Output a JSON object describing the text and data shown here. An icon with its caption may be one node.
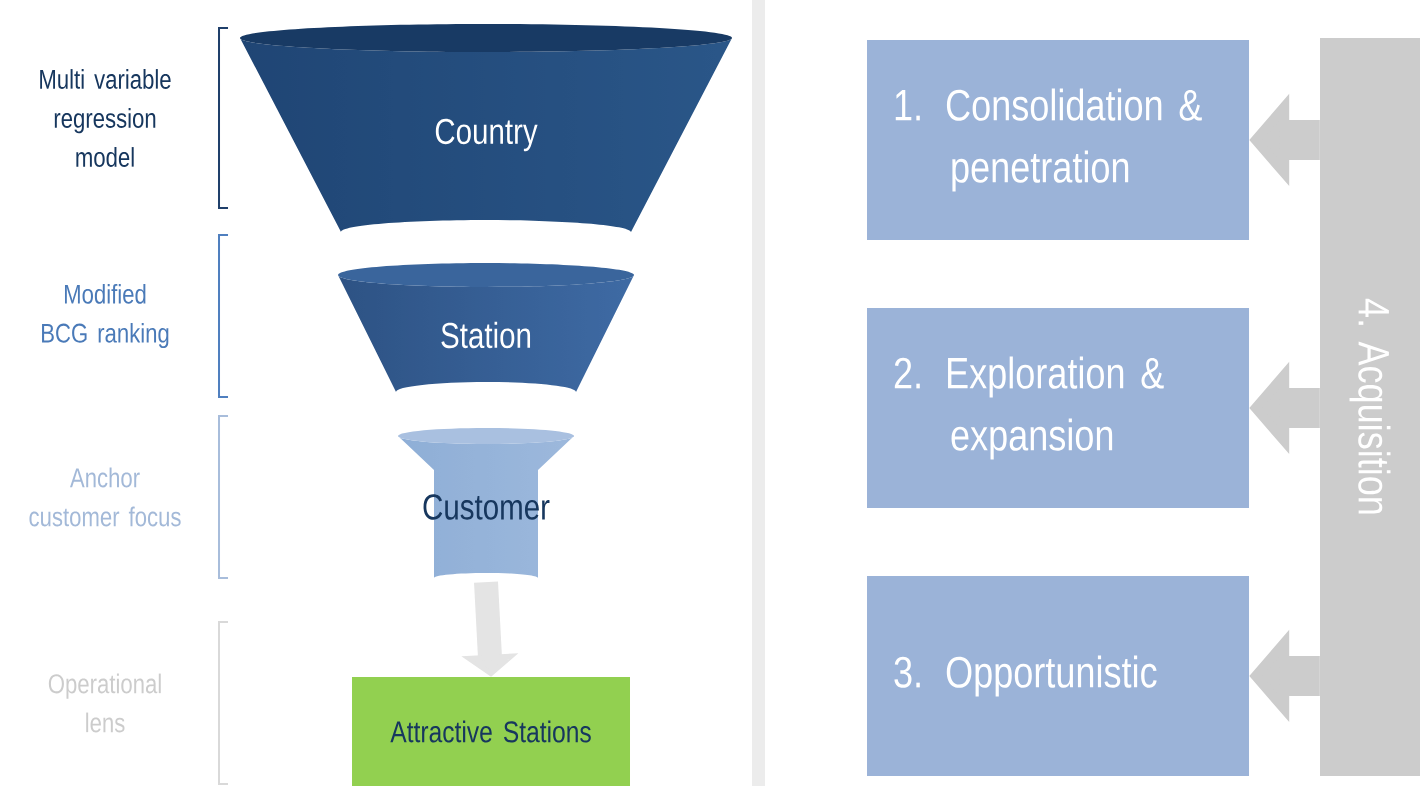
{
  "diagram": {
    "nodes": [
      {
        "text": [
          "Country"
        ]
      },
      {
        "text": [
          "Station"
        ]
      },
      {
        "text": [
          "Customer"
        ]
      },
      {
        "text": [
          "Attractive Stations"
        ]
      },
      {
        "text": [
          "1. Consolidation & penetration"
        ]
      },
      {
        "text": [
          "2. Exploration & expansion"
        ]
      },
      {
        "text": [
          "3. Opportunistic"
        ]
      },
      {
        "text": [
          "4. Acquisition"
        ]
      }
    ],
    "edges": [
      {
        "from": 2,
        "to": 3,
        "arrow": "to"
      },
      {
        "from": 7,
        "to": 4,
        "arrow": "to"
      },
      {
        "from": 7,
        "to": 5,
        "arrow": "to"
      },
      {
        "from": 7,
        "to": 6,
        "arrow": "to"
      }
    ],
    "labels": [
      "Multi variable regression model",
      "Modified BCG ranking",
      "Anchor customer focus",
      "Operational lens"
    ]
  }
}
